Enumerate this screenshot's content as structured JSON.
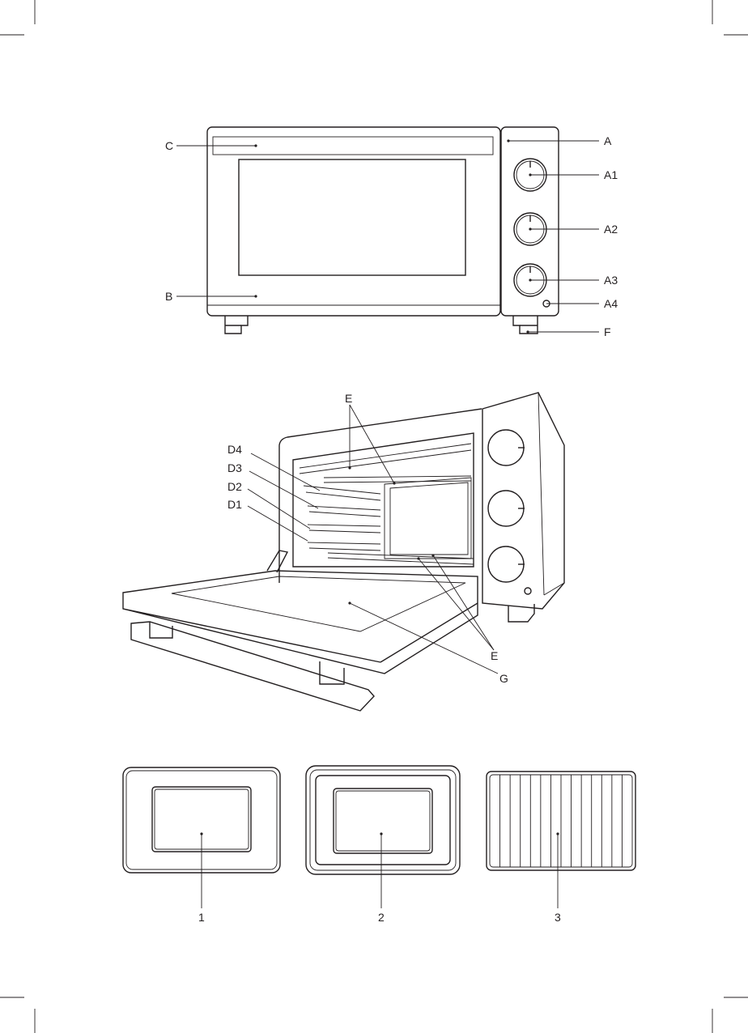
{
  "figure_front": {
    "labels": {
      "C": "C",
      "A": "A",
      "A1": "A1",
      "A2": "A2",
      "A3": "A3",
      "A4": "A4",
      "B": "B",
      "F": "F"
    }
  },
  "figure_open": {
    "labels": {
      "E_top": "E",
      "D4": "D4",
      "D3": "D3",
      "D2": "D2",
      "D1": "D1",
      "E_bottom": "E",
      "G": "G"
    }
  },
  "accessories": {
    "labels": [
      "1",
      "2",
      "3"
    ]
  },
  "colors": {
    "line": "#231f20",
    "background": "#ffffff"
  }
}
